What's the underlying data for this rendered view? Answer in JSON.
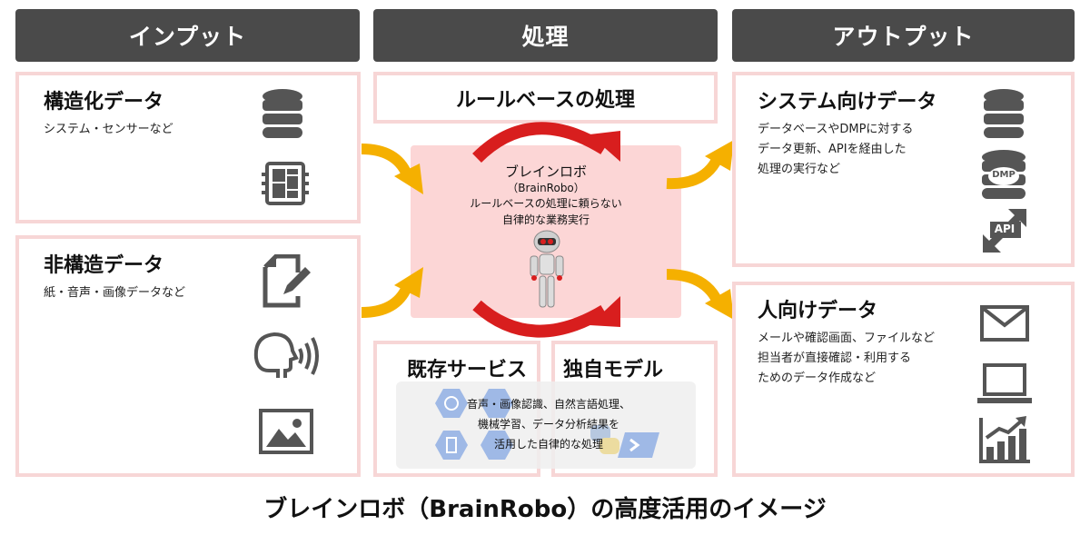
{
  "headers": {
    "input": "インプット",
    "process": "処理",
    "output": "アウトプット"
  },
  "input": {
    "structured": {
      "title": "構造化データ",
      "sub": "システム・センサーなど"
    },
    "unstructured": {
      "title": "非構造データ",
      "sub": "紙・音声・画像データなど"
    }
  },
  "process": {
    "rule_title": "ルールベースの処理",
    "brain": {
      "name": "ブレインロボ",
      "en": "（BrainRobo）",
      "line1": "ルールベースの処理に頼らない",
      "line2": "自律的な業務実行"
    },
    "existing_services": "既存サービス",
    "own_model": "独自モデル",
    "services_text": {
      "line1": "音声・画像認識、自然言語処理、",
      "line2": "機械学習、データ分析結果を",
      "line3": "活用した自律的な処理"
    }
  },
  "output": {
    "system": {
      "title": "システム向けデータ",
      "line1": "データベースやDMPに対する",
      "line2": "データ更新、APIを経由した",
      "line3": "処理の実行など"
    },
    "human": {
      "title": "人向けデータ",
      "line1": "メールや確認画面、ファイルなど",
      "line2": "担当者が直接確認・利用する",
      "line3": "ためのデータ作成など"
    }
  },
  "icons": {
    "dmp_label": "DMP",
    "api_label": "API"
  },
  "colors": {
    "header_bg": "#4a4a4a",
    "box_border": "#f7d6d6",
    "arrow_orange": "#f5b000",
    "arrow_red": "#d81e1e",
    "panel_pink": "#fcd6d6",
    "icon_gray": "#555555"
  },
  "caption": "ブレインロボ（BrainRobo）の高度活用のイメージ"
}
